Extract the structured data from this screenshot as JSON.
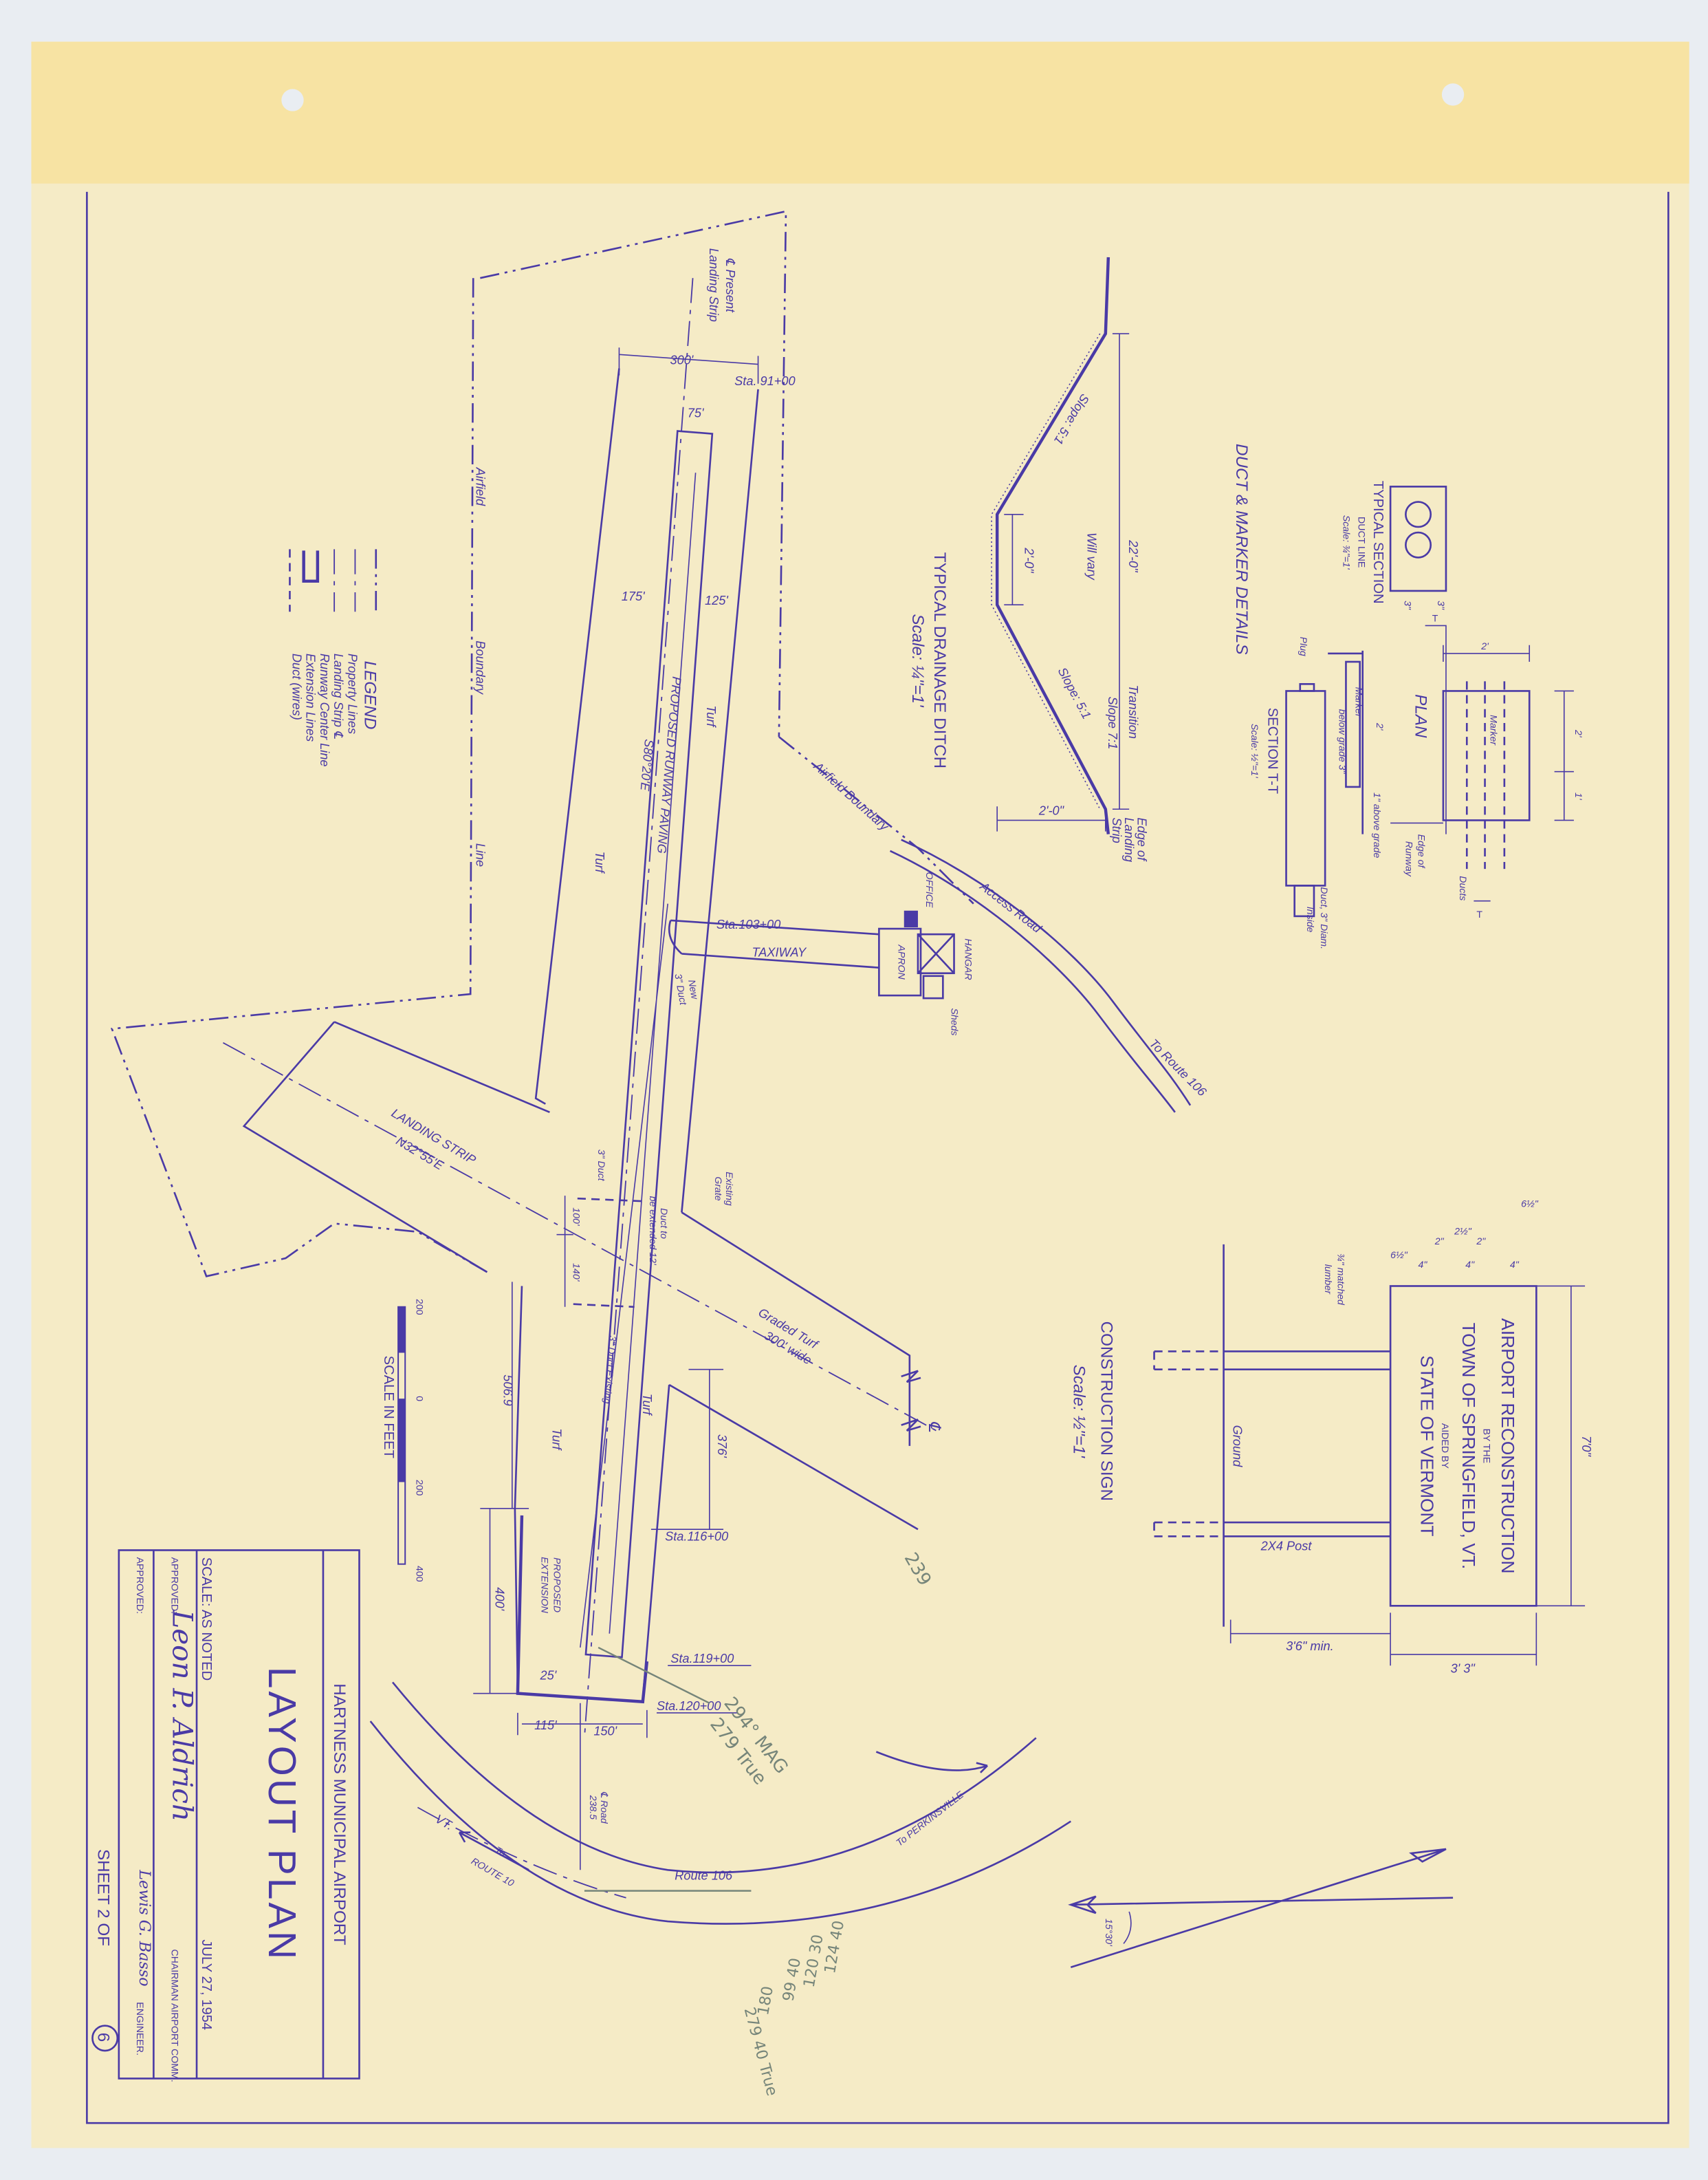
{
  "colors": {
    "ink": "#4a3aa6",
    "paper": "#f5ebc6",
    "paper_strip": "#f7e3a3",
    "pencil": "#76857a",
    "background": "#e9edf2"
  },
  "title_block": {
    "airport": "HARTNESS MUNICIPAL AIRPORT",
    "title": "LAYOUT PLAN",
    "scale": "SCALE: AS NOTED",
    "date": "JULY 27, 1954",
    "approved_label_1": "APPROVED:",
    "signature_1": "Leon P. Aldrich",
    "role_1": "CHAIRMAN AIRPORT COMM.",
    "approved_label_2": "APPROVED:",
    "signature_2": "Lewis G. Basso",
    "role_2": "ENGINEER.",
    "sheet": "SHEET 2 OF",
    "sheet_total": "6"
  },
  "legend": {
    "title": "LEGEND",
    "items": [
      "Property Lines",
      "Landing Strip ℄",
      "Runway Center Line",
      "Extension Lines",
      "Duct (wires)"
    ]
  },
  "scale_bar": {
    "label": "SCALE IN FEET",
    "ticks": [
      "200",
      "0",
      "200",
      "400"
    ]
  },
  "layout": {
    "present_strip": "℄ Present",
    "present_strip_2": "Landing Strip",
    "dim_300": "300'",
    "sta_91": "Sta. 91+00",
    "dim_75": "75'",
    "boundary_1": "Airfield",
    "boundary_2": "Boundary",
    "boundary_3": "Line",
    "dim_175": "175'",
    "dim_125": "125'",
    "turf": "Turf",
    "paving": "PROPOSED RUNWAY PAVING",
    "bearing": "S80°20'E",
    "airfield_boundary": "Airfield   Boundary",
    "access_road": "Access Road",
    "to_route_106": "To Route 106",
    "sta_103": "Sta.103+00",
    "taxiway": "TAXIWAY",
    "new_duct": "New",
    "new_duct_2": "3\" Duct",
    "office": "OFFICE",
    "apron": "APRON",
    "hangar": "HANGAR",
    "sheds": "Sheds",
    "landing_strip": "LANDING STRIP",
    "landing_bearing": "N32°55'E",
    "duct_3": "3\" Duct",
    "existing_grate": "Existing",
    "existing_grate_2": "Grate",
    "dim_100": "100'",
    "dim_140": "140'",
    "duct_extend": "Duct to",
    "duct_extend_2": "be extended 12'",
    "graded_turf": "Graded Turf",
    "graded_turf_2": "300' wide",
    "duct_existing": "3\" Duct Existing",
    "centerline": "℄",
    "dim_506": "506.9",
    "dim_376": "376'",
    "sta_116": "Sta.116+00",
    "proposed": "PROPOSED",
    "extension": "EXTENSION",
    "dim_400": "400'",
    "sta_119": "Sta.119+00",
    "sta_120": "Sta.120+00",
    "dim_25": "25'",
    "dim_115": "115'",
    "dim_150": "150'",
    "road_cl": "℄ Road",
    "road_cl_2": "238.5",
    "vt": "VT.",
    "to_route_10": "To",
    "to_route_10_2": "ROUTE 10",
    "route_106": "Route 106",
    "to_perkinsville": "To PERKINSVILLE"
  },
  "drainage": {
    "title": "TYPICAL DRAINAGE DITCH",
    "scale": "Scale: ¼\"=1'",
    "dim_22": "22'-0\"",
    "will_vary": "Will vary",
    "dim_bottom": "2'-0\"",
    "dim_depth": "2'-0\"",
    "slope_upper": "Slope: 5:1",
    "slope_lower": "Slope: 5:1",
    "transition": "Transition",
    "slope_7": "Slope 7:1",
    "edge_1": "Edge of",
    "edge_2": "Landing",
    "edge_3": "Strip"
  },
  "duct_marker": {
    "title": "DUCT & MARKER DETAILS",
    "typical_section": "TYPICAL SECTION",
    "duct_line": "DUCT LINE",
    "typical_scale": "Scale: ¾\"=1'",
    "dim_3a": "3\"",
    "dim_3b": "3\"",
    "plan": "PLAN",
    "marker": "Marker",
    "dim_2_plan": "2'",
    "dim_2_side": "2'",
    "dim_1_side": "1'",
    "ducts": "Ducts",
    "edge_runway_1": "Edge of",
    "edge_runway_2": "Runway",
    "t_mark": "T",
    "section_tt": "SECTION T-T",
    "section_scale": "Scale: ½\"=1'",
    "plug": "Plug",
    "marker_2": "Marker",
    "dim_2_marker": "2'",
    "above_grade": "1\" above grade",
    "below_grade": "below grade 3\"",
    "duct_diam": "Duct, 3\" Diam.",
    "duct_inside": "Inside"
  },
  "sign": {
    "line1": "AIRPORT RECONSTRUCTION",
    "line2": "BY THE",
    "line3": "TOWN OF SPRINGFIELD, VT.",
    "line4": "AIDED BY",
    "line5": "STATE OF VERMONT",
    "title": "CONSTRUCTION SIGN",
    "scale": "Scale: ½\"=1'",
    "height": "7'0\"",
    "width": "3' 3\"",
    "clearance": "3'6\" min.",
    "post": "2X4 Post",
    "ground": "Ground",
    "lumber": "¾\" matched",
    "lumber_2": "lumber",
    "dims": [
      "6½\"",
      "4\"",
      "2\"",
      "2½\"",
      "4\"",
      "2\"",
      "4\"",
      "6½\""
    ]
  },
  "north_arrow": {
    "declination": "15°30'"
  },
  "pencil_notes": {
    "mag": "294° MAG",
    "true": "279 True",
    "n239": "239",
    "calc_1": "124 40",
    "calc_2": "120 30",
    "calc_3": "99 40",
    "calc_4": "180",
    "calc_5": "279 40 True"
  }
}
